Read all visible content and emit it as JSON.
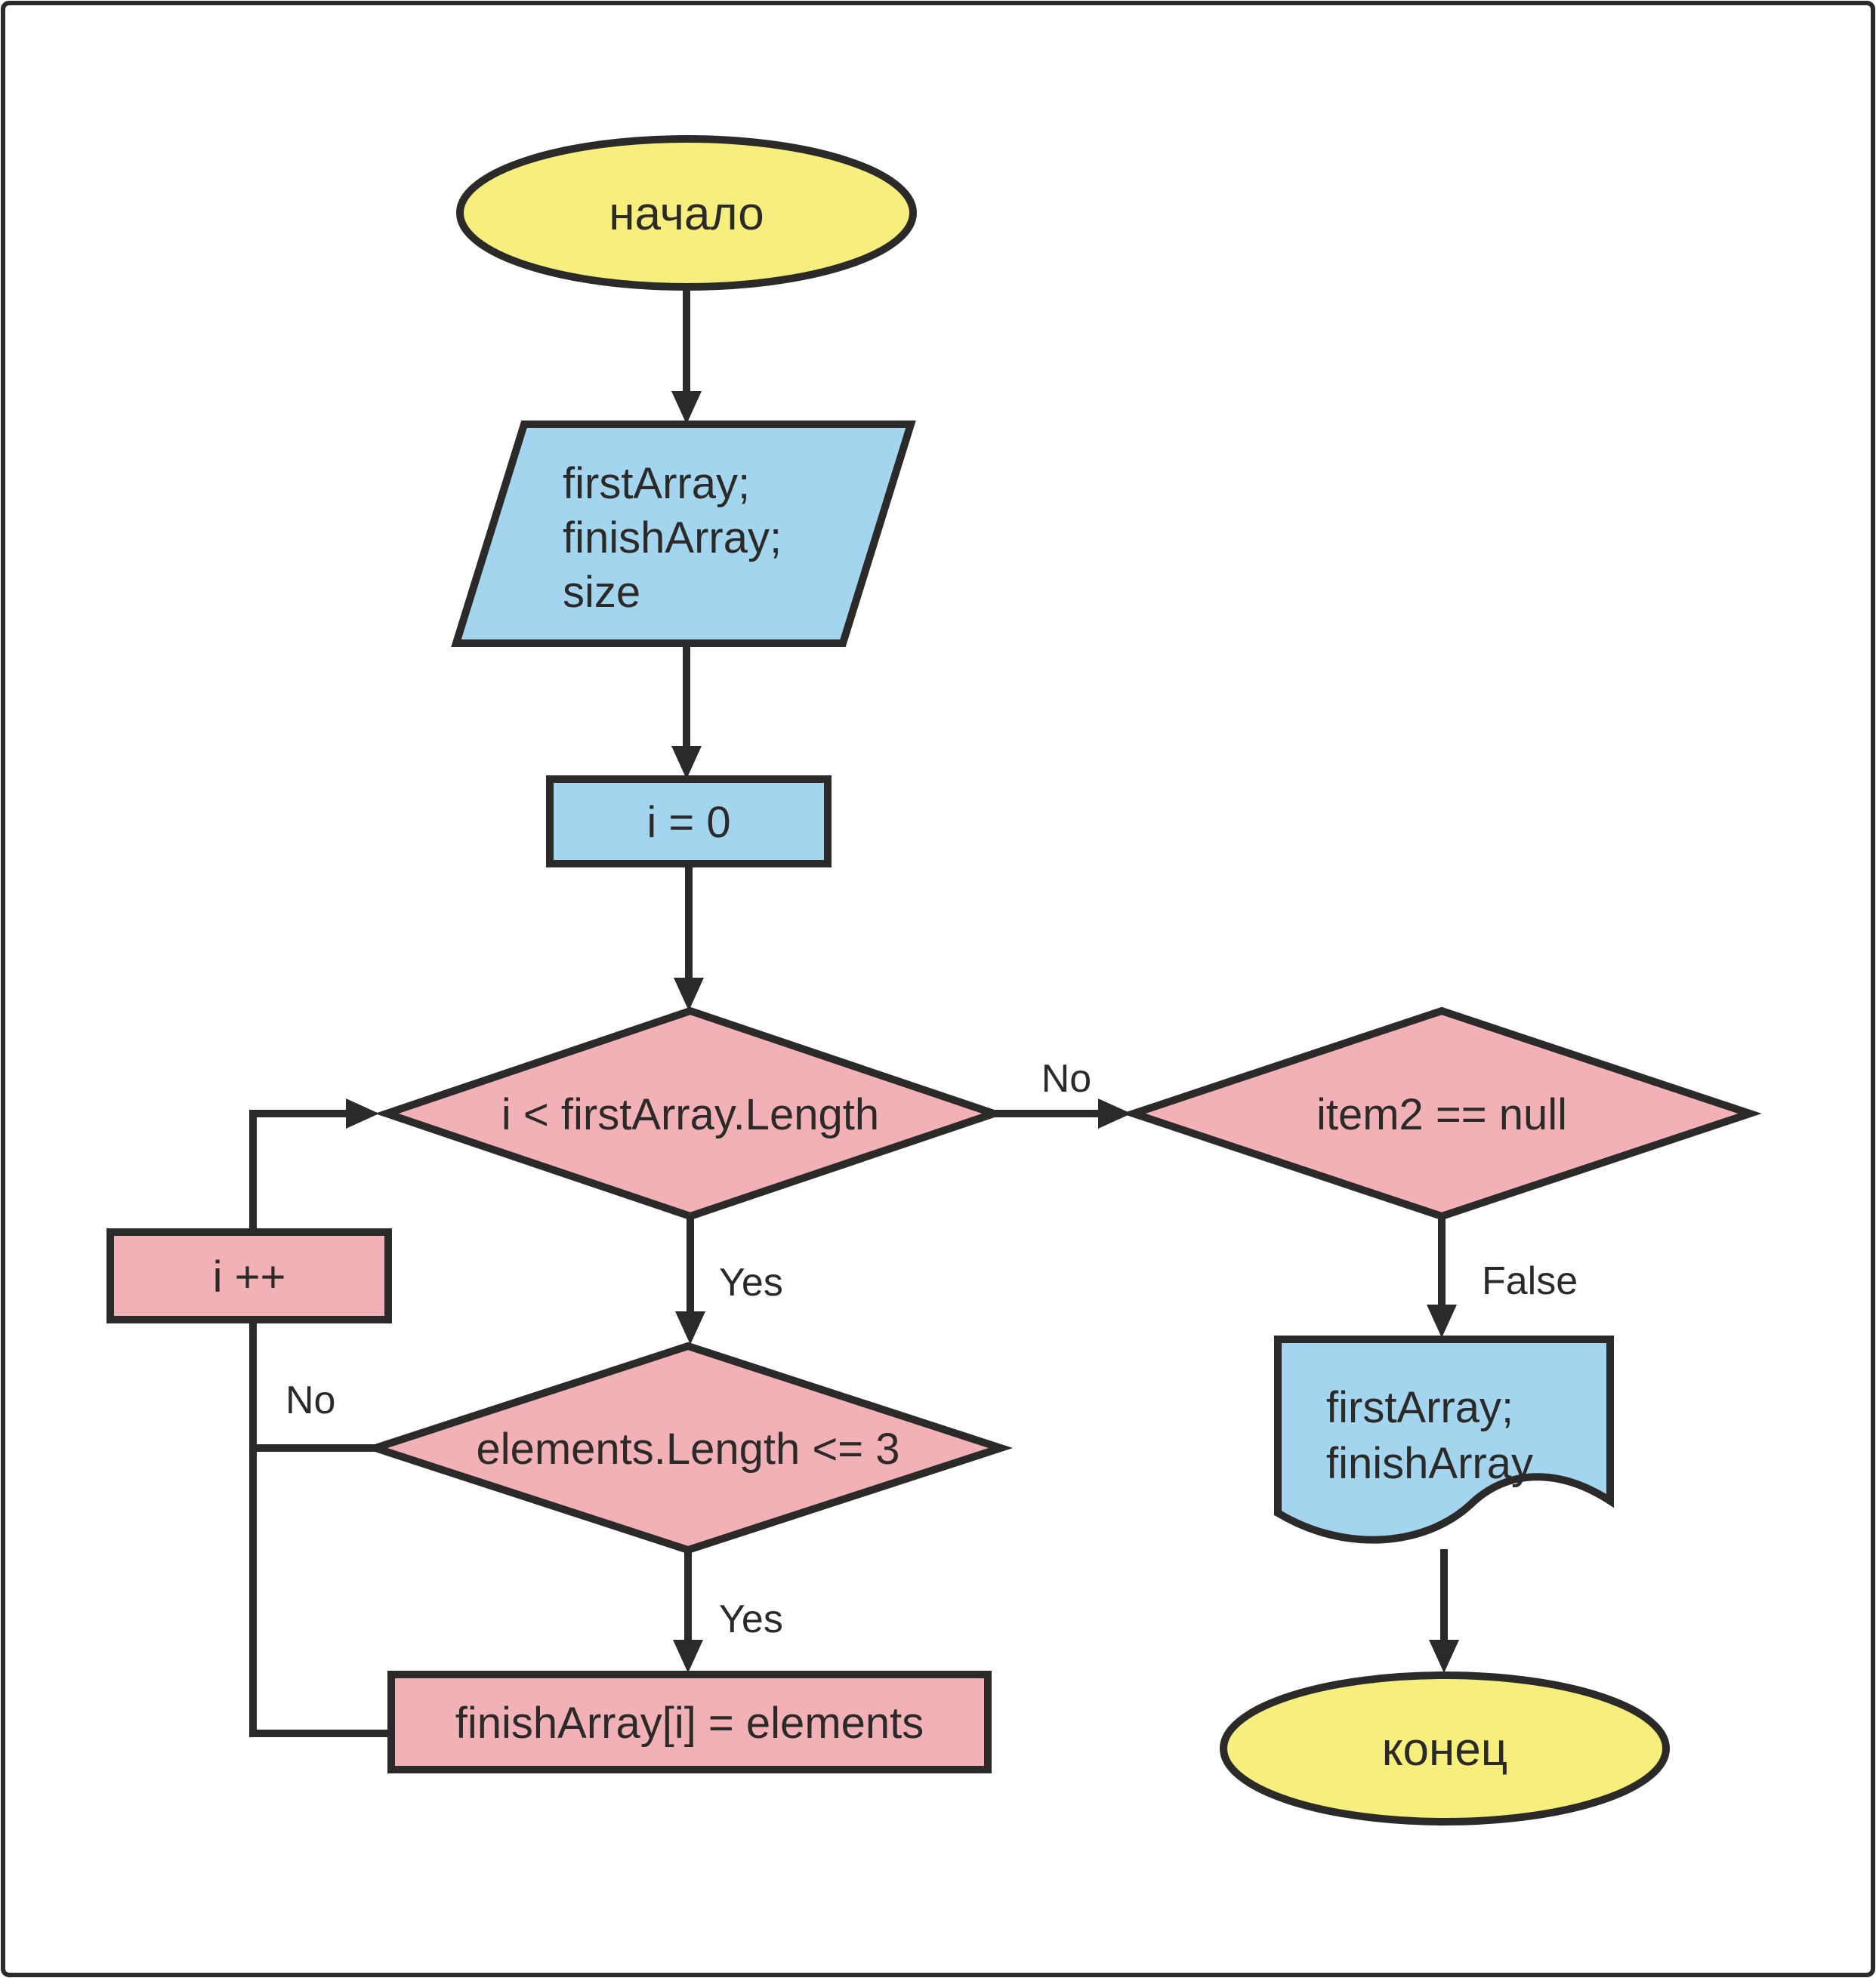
{
  "diagram": {
    "title": "flowchart",
    "background": "#FFFFFF",
    "colors": {
      "stroke": "#2B2A29",
      "terminator_fill": "#F7EF7D",
      "io_fill": "#A4D5EE",
      "action_fill": "#F1B1B7"
    },
    "nodes": {
      "start": {
        "type": "terminator",
        "label": "начало"
      },
      "input": {
        "type": "io-parallelogram",
        "lines": [
          "firstArray;",
          "finishArray;",
          "size"
        ]
      },
      "init": {
        "type": "process",
        "label": "i = 0"
      },
      "loop_condition": {
        "type": "decision",
        "label": "i < firstArray.Length"
      },
      "null_check": {
        "type": "decision",
        "label": "item2 == null"
      },
      "increment": {
        "type": "process",
        "label": "i ++"
      },
      "inner_condition": {
        "type": "decision",
        "label": "elements.Length <= 3"
      },
      "assign": {
        "type": "process",
        "label": "finishArray[i] = elements"
      },
      "output": {
        "type": "document",
        "lines": [
          "firstArray;",
          "finishArray"
        ]
      },
      "end": {
        "type": "terminator",
        "label": "конец"
      }
    },
    "edge_labels": {
      "loop_no": "No",
      "loop_yes": "Yes",
      "inner_no": "No",
      "inner_yes": "Yes",
      "null_false": "False"
    }
  }
}
